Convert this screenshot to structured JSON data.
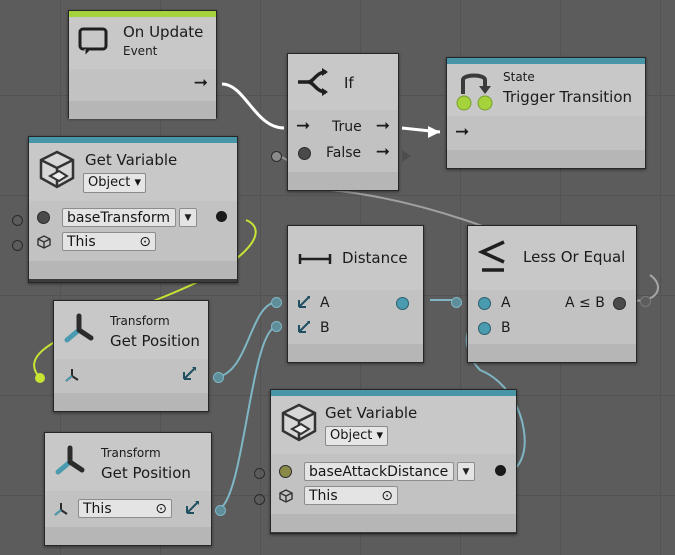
{
  "nodes": {
    "on_update": {
      "title": "On Update",
      "subtitle": "Event"
    },
    "if_node": {
      "title": "If",
      "true_label": "True",
      "false_label": "False"
    },
    "trigger": {
      "subtitle": "State",
      "title": "Trigger Transition"
    },
    "get_var_1": {
      "title": "Get Variable",
      "kind": "Object",
      "variable": "baseTransform",
      "target": "This"
    },
    "distance": {
      "title": "Distance",
      "in_a": "A",
      "in_b": "B"
    },
    "less_or_equal": {
      "title": "Less Or Equal",
      "in_a": "A",
      "in_b": "B",
      "out": "A ≤ B"
    },
    "get_pos_1": {
      "subtitle": "Transform",
      "title": "Get Position"
    },
    "get_pos_2": {
      "subtitle": "Transform",
      "title": "Get Position",
      "target": "This"
    },
    "get_var_2": {
      "title": "Get Variable",
      "kind": "Object",
      "variable": "baseAttackDistance",
      "target": "This"
    }
  },
  "colors": {
    "event_band": "#a4d33c",
    "node_band": "#4895a8",
    "vector_port": "#4a9bb0",
    "flow_wire": "#ffffff",
    "object_wire": "#c7e634",
    "value_wire": "#7fb6c4"
  },
  "icons": {
    "on_update": "update-loop-icon",
    "if_node": "branch-icon",
    "trigger": "state-transition-icon",
    "get_variable": "variable-cube-icon",
    "distance": "distance-ruler-icon",
    "less_or_equal": "less-or-equal-icon",
    "get_position": "axis-gizmo-icon"
  }
}
